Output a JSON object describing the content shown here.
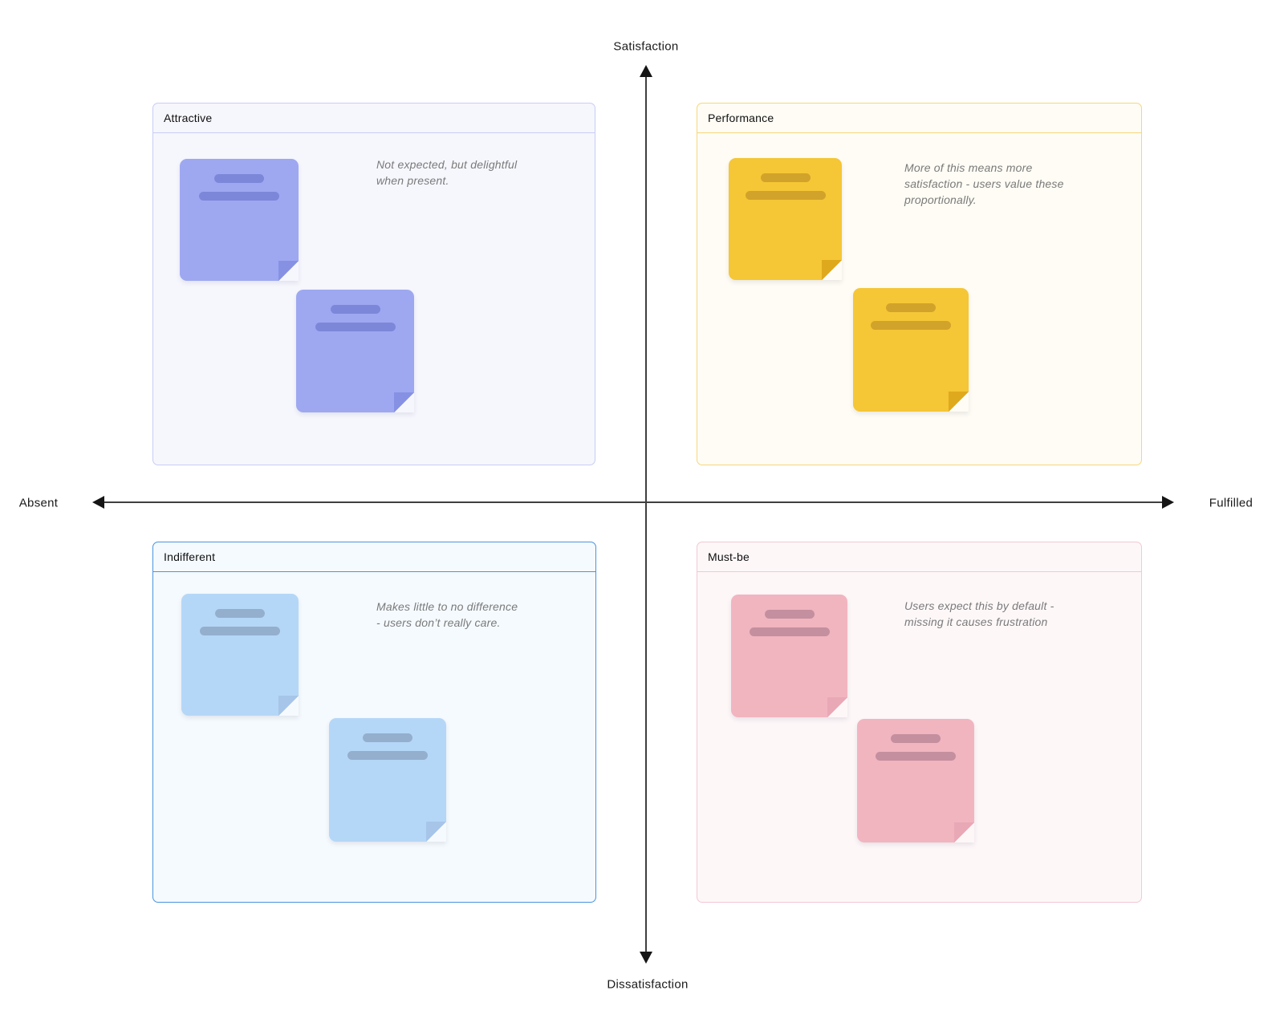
{
  "axes": {
    "top_label": "Satisfaction",
    "bottom_label": "Dissatisfaction",
    "left_label": "Absent",
    "right_label": "Fulfilled",
    "line_color": "#3f3f3f",
    "arrow_color": "#151515"
  },
  "quadrants": [
    {
      "label": "Attractive",
      "description_lines": [
        "Not expected, but delightful",
        "when present."
      ],
      "note_count": 2,
      "colors": {
        "border": "#c7cdf5",
        "background": "#f6f7fd",
        "note": "#9ea8f1",
        "note_line": "#7d87d9",
        "note_fold": "#8691e4"
      }
    },
    {
      "label": "Performance",
      "description_lines": [
        "More of this means more",
        "satisfaction -  users value these",
        "proportionally."
      ],
      "note_count": 2,
      "colors": {
        "border": "#f6d77d",
        "background": "#fefcf4",
        "note": "#f5c636",
        "note_line": "#d2a32a",
        "note_fold": "#dfa91d"
      }
    },
    {
      "label": "Indifferent",
      "description_lines": [
        "Makes little to no difference",
        "- users don’t really care."
      ],
      "note_count": 2,
      "colors": {
        "border": "#4a94de",
        "background": "#f5fafe",
        "note": "#b5d7f7",
        "note_line": "#94afce",
        "note_fold": "#a6c5e9"
      }
    },
    {
      "label": "Must-be",
      "description_lines": [
        "Users expect this by default -",
        "missing it causes frustration"
      ],
      "note_count": 2,
      "colors": {
        "border": "#f2c9d2",
        "background": "#fdf7f8",
        "note": "#f1b5c0",
        "note_line": "#c48f9e",
        "note_fold": "#e9a8b6"
      }
    }
  ]
}
